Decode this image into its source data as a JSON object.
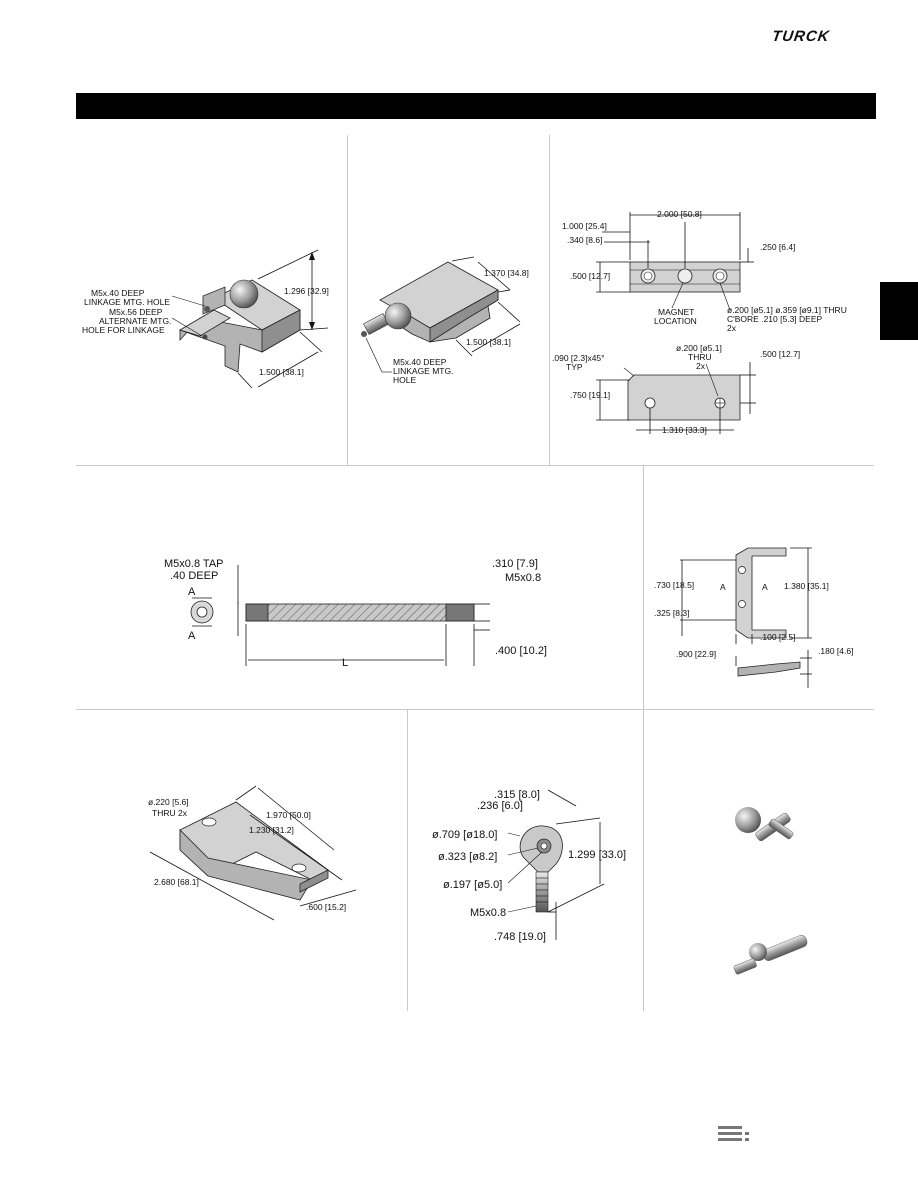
{
  "brand": {
    "logo": "TURCK"
  },
  "panel1": {
    "callout1_line1": "M5x.40 DEEP",
    "callout1_line2": "LINKAGE MTG. HOLE",
    "callout2_line1": "M5x.56 DEEP",
    "callout2_line2": "ALTERNATE MTG.",
    "callout2_line3": "HOLE FOR LINKAGE",
    "dim_height": "1.296 [32.9]",
    "dim_length": "1.500 [38.1]"
  },
  "panel2": {
    "dim_height": "1.370 [34.8]",
    "dim_length": "1.500 [38.1]",
    "callout_line1": "M5x.40 DEEP",
    "callout_line2": "LINKAGE MTG.",
    "callout_line3": "HOLE"
  },
  "panel3": {
    "dim_left1": "1.000 [25.4]",
    "dim_left2": ".340 [8.6]",
    "dim_width": "2.000 [50.8]",
    "dim_right": ".250 [6.4]",
    "dim_height": ".500 [12.7]",
    "magnet_line1": "MAGNET",
    "magnet_line2": "LOCATION",
    "hole_line1": "ø.200 [ø5.1] ø.359 [ø9.1] THRU",
    "hole_line2": "C'BORE .210 [5.3] DEEP",
    "hole_line3": "2x",
    "chamfer_line1": ".090 [2.3]x45°",
    "chamfer_line2": "TYP",
    "thru_line1": "ø.200 [ø5.1]",
    "thru_line2": "THRU",
    "thru_line3": "2x",
    "dim_right2": ".500 [12.7]",
    "dim_left3": ".750 [19.1]",
    "dim_bottom": "1.310 [33.3]"
  },
  "panel4": {
    "tap_line1": "M5x0.8 TAP",
    "tap_line2": ".40 DEEP",
    "section_a": "A",
    "dim_right1": ".310 [7.9]",
    "thread": "M5x0.8",
    "dim_right2": ".400 [10.2]",
    "dim_l": "L"
  },
  "panel5": {
    "dim_left1": ".730 [18.5]",
    "dim_left2": ".325 [8.3]",
    "section_a": "A",
    "dim_height": "1.380 [35.1]",
    "dim_small": ".100 [2.5]",
    "dim_length": ".900 [22.9]",
    "dim_thick": ".180 [4.6]"
  },
  "panel6": {
    "hole_line1": "ø.220 [5.6]",
    "hole_line2": "THRU 2x",
    "dim1": "1.970 [50.0]",
    "dim2": "1.230 [31.2]",
    "dim3": "2.680 [68.1]",
    "dim4": ".600 [15.2]"
  },
  "panel7": {
    "dim1": ".315 [8.0]",
    "dim2": ".236 [6.0]",
    "dim3": "ø.709 [ø18.0]",
    "dim4": "ø.323 [ø8.2]",
    "dim5": "1.299 [33.0]",
    "dim6": "ø.197 [ø5.0]",
    "dim7": "M5x0.8",
    "dim8": ".748 [19.0]"
  }
}
